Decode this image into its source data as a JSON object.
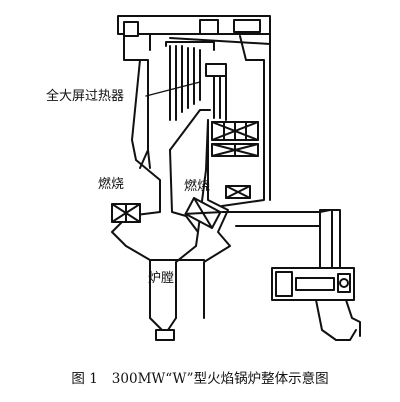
{
  "labels": {
    "superheater": "全大屏过热器",
    "burner_left": "燃烧",
    "burner_right": "燃烧",
    "furnace": "炉膛"
  },
  "caption": {
    "number": "图 1",
    "title": "300MW“W”型火焰锅炉整体示意图"
  }
}
